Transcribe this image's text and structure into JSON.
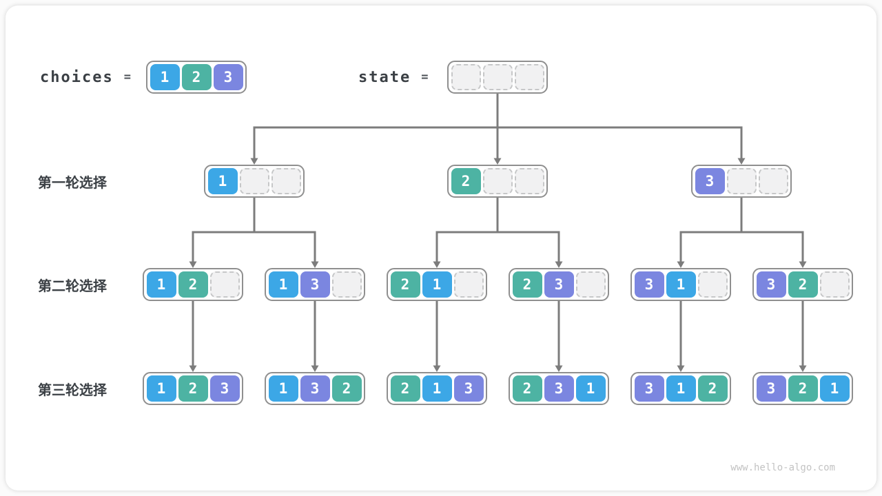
{
  "header": {
    "choices_label": "choices",
    "state_label": "state",
    "equals": "=",
    "choices_values": [
      1,
      2,
      3
    ],
    "state_values": [
      null,
      null,
      null
    ]
  },
  "levels": [
    {
      "label": "第一轮选择",
      "nodes": [
        [
          1,
          null,
          null
        ],
        [
          2,
          null,
          null
        ],
        [
          3,
          null,
          null
        ]
      ]
    },
    {
      "label": "第二轮选择",
      "nodes": [
        [
          1,
          2,
          null
        ],
        [
          1,
          3,
          null
        ],
        [
          2,
          1,
          null
        ],
        [
          2,
          3,
          null
        ],
        [
          3,
          1,
          null
        ],
        [
          3,
          2,
          null
        ]
      ]
    },
    {
      "label": "第三轮选择",
      "nodes": [
        [
          1,
          2,
          3
        ],
        [
          1,
          3,
          2
        ],
        [
          2,
          1,
          3
        ],
        [
          2,
          3,
          1
        ],
        [
          3,
          1,
          2
        ],
        [
          3,
          2,
          1
        ]
      ]
    }
  ],
  "colors": {
    "v1": "#3ca7e6",
    "v2": "#4db3a3",
    "v3": "#7b86e0",
    "line": "#7c7c7c",
    "box_border": "#8f8f8f",
    "text": "#3b4045"
  },
  "watermark": "www.hello-algo.com"
}
